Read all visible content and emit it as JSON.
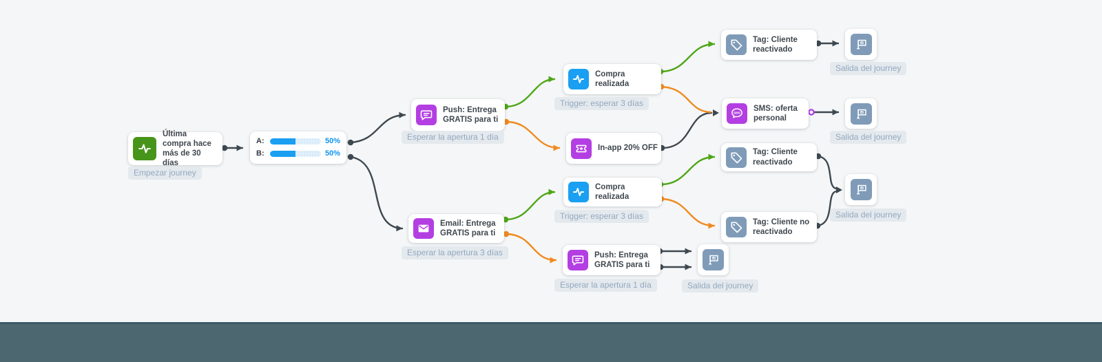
{
  "colors": {
    "background": "#f5f6f7",
    "bottom_bar": "#4d6771",
    "connector_dark": "#3e4850",
    "connector_green": "#4ea617",
    "connector_orange": "#ef8b1f",
    "accent_blue": "#1a9ff2",
    "icon_green": "#47941a",
    "icon_purple": "#b33fe3",
    "icon_blue": "#1a9ff2",
    "icon_slate": "#7f9bb8"
  },
  "nodes": {
    "start": {
      "title": "Última compra hace más de 30 días",
      "badge": "Empezar journey",
      "icon": "activity-icon"
    },
    "ab_split": {
      "rows": [
        {
          "label": "A:",
          "percent": "50%"
        },
        {
          "label": "B:",
          "percent": "50%"
        }
      ]
    },
    "push_a": {
      "title": "Push: Entrega GRATIS para ti",
      "badge": "Esperar la apertura 1 día",
      "icon": "push-notification-icon"
    },
    "purchase_a": {
      "title": "Compra realizada",
      "badge": "Trigger: esperar 3 días",
      "icon": "activity-icon"
    },
    "inapp": {
      "title": "In-app 20% OFF",
      "icon": "ticket-icon"
    },
    "sms": {
      "title": "SMS: oferta personal",
      "icon": "sms-bubble-icon"
    },
    "tag_reactivated_a": {
      "title": "Tag: Cliente reactivado",
      "icon": "tag-icon"
    },
    "exit_a": {
      "badge": "Salida del journey",
      "icon": "flag-icon"
    },
    "exit_sms": {
      "badge": "Salida del journey",
      "icon": "flag-icon"
    },
    "email_b": {
      "title": "Email: Entrega GRATIS para ti",
      "badge": "Esperar la apertura 3 días",
      "icon": "email-icon"
    },
    "purchase_b": {
      "title": "Compra realizada",
      "badge": "Trigger: esperar 3 días",
      "icon": "activity-icon"
    },
    "tag_reactivated_b": {
      "title": "Tag: Cliente reactivado",
      "icon": "tag-icon"
    },
    "tag_not_reactivated": {
      "title": "Tag: Cliente no reactivado",
      "icon": "tag-icon"
    },
    "exit_b": {
      "badge": "Salida del journey",
      "icon": "flag-icon"
    },
    "push_b": {
      "title": "Push: Entrega GRATIS para ti",
      "badge": "Esperar la apertura 1 día",
      "icon": "push-notification-icon"
    },
    "exit_push_b": {
      "badge": "Salida del journey",
      "icon": "flag-icon"
    }
  }
}
